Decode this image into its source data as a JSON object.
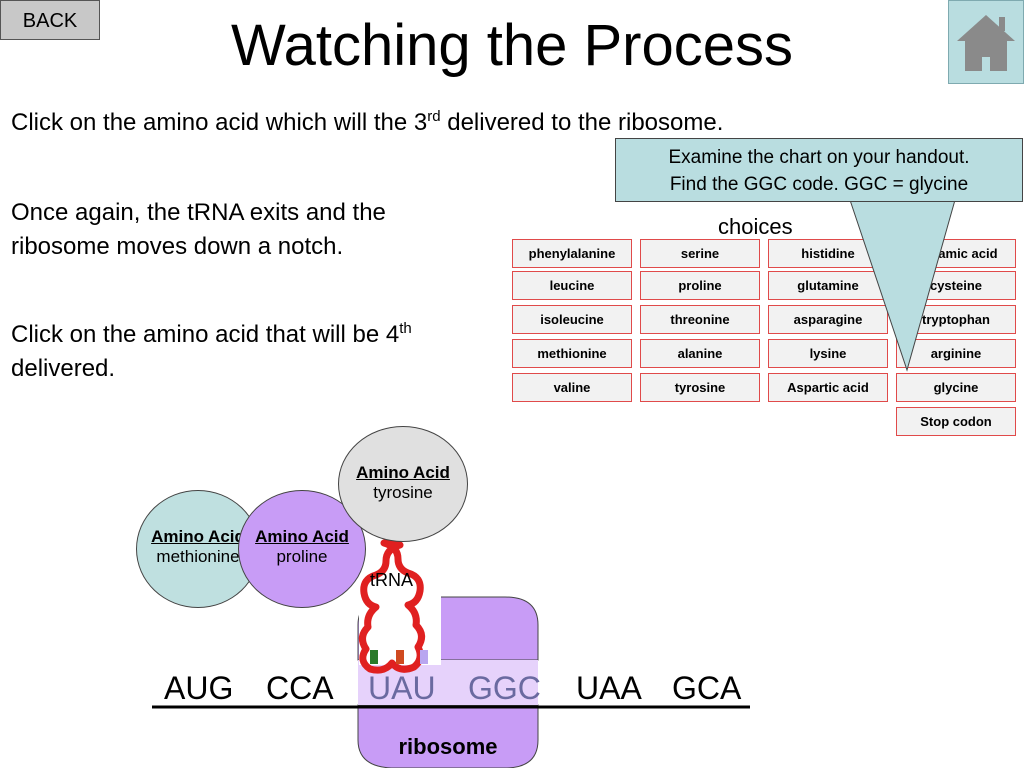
{
  "nav": {
    "back_label": "BACK",
    "home_icon": "house-icon"
  },
  "title": "Watching the Process",
  "instructions": {
    "line1_pre": "Click on the amino acid which will the 3",
    "line1_sup": "rd",
    "line1_post": " delivered to the ribosome.",
    "line2": "Once again, the tRNA exits and the ribosome moves down a notch.",
    "line3_pre": "Click on the amino acid that will be 4",
    "line3_sup": "th",
    "line3_post": " delivered."
  },
  "callout": {
    "line1": "Examine the chart on your handout.",
    "line2": "Find the GGC code. GGC = glycine"
  },
  "choices_label": "choices",
  "choices": [
    [
      "phenylalanine",
      "serine",
      "histidine",
      "glutamic acid"
    ],
    [
      "leucine",
      "proline",
      "glutamine",
      "cysteine"
    ],
    [
      "isoleucine",
      "threonine",
      "asparagine",
      "tryptophan"
    ],
    [
      "methionine",
      "alanine",
      "lysine",
      "arginine"
    ],
    [
      "valine",
      "tyrosine",
      "Aspartic acid",
      "glycine"
    ],
    [
      "",
      "",
      "",
      "Stop codon"
    ]
  ],
  "amino_acids": [
    {
      "heading": "Amino Acid",
      "name": "methionine",
      "color": "#bfe0e0"
    },
    {
      "heading": "Amino Acid",
      "name": "proline",
      "color": "#c89cf6"
    },
    {
      "heading": "Amino Acid",
      "name": "tyrosine",
      "color": "#e0e0e0"
    }
  ],
  "trna_label": "tRNA",
  "ribosome_label": "ribosome",
  "mrna_codons": [
    "AUG",
    "CCA",
    "UAU",
    "GGC",
    "UAA",
    "GCA"
  ],
  "colors": {
    "callout": "#b9dde0",
    "ribosome": "#c89cf6",
    "choice_border": "#e04a4a",
    "trna": "#e02020"
  }
}
